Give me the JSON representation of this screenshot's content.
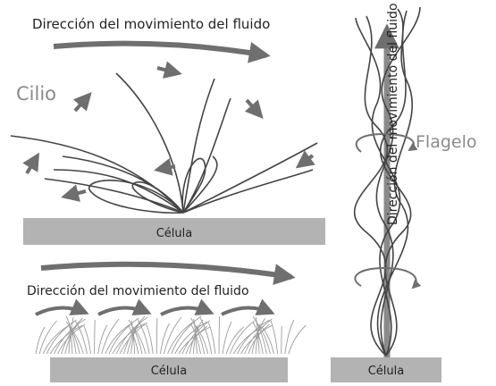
{
  "top_left": {
    "flow_label": "Dirección del movimiento del fluido",
    "cilium_label": "Cilio",
    "cell_label": "Célula"
  },
  "bottom_left": {
    "flow_label": "Dirección del movimiento del fluido",
    "cell_label": "Célula"
  },
  "right": {
    "flow_label": "Dirección del movimiento del fluido",
    "flagellum_label": "Flagelo",
    "cell_label": "Célula"
  },
  "colors": {
    "stroke": "#444444",
    "arrow": "#6f6f6f",
    "cell": "#b3b3b3",
    "label_grey": "#8a8a8a"
  }
}
